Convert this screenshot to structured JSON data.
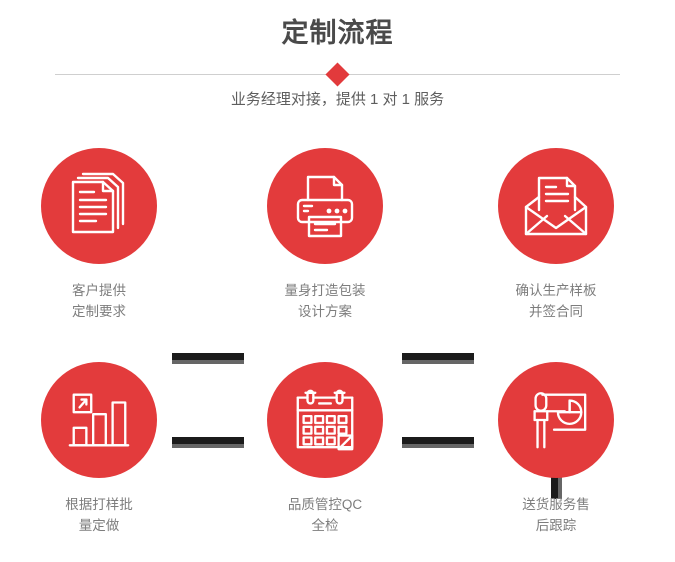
{
  "header": {
    "title": "定制流程",
    "subtitle": "业务经理对接，提供 1 对 1 服务",
    "accent_color": "#e33b3c",
    "title_color": "#4a4a4a",
    "divider_color": "#cfcfcf",
    "diamond_icon": "diamond-marker"
  },
  "flow": {
    "circle_color": "#e33b3c",
    "connector_dark_color": "#1b1b1b",
    "connector_grey_color": "#666666",
    "label_color": "#7d7d7d",
    "steps": [
      {
        "id": "step-1",
        "icon": "documents-icon",
        "label": "客户提供\n定制要求"
      },
      {
        "id": "step-2",
        "icon": "printer-icon",
        "label": "量身打造包装\n设计方案"
      },
      {
        "id": "step-3",
        "icon": "envelope-mail-icon",
        "label": "确认生产样板\n并签合同"
      },
      {
        "id": "step-4",
        "icon": "bar-chart-growth-icon",
        "label": "根据打样批\n量定做"
      },
      {
        "id": "step-5",
        "icon": "calendar-icon",
        "label": "品质管控QC\n全检"
      },
      {
        "id": "step-6",
        "icon": "presenter-chart-icon",
        "label": "送货服务售\n后跟踪"
      }
    ]
  }
}
